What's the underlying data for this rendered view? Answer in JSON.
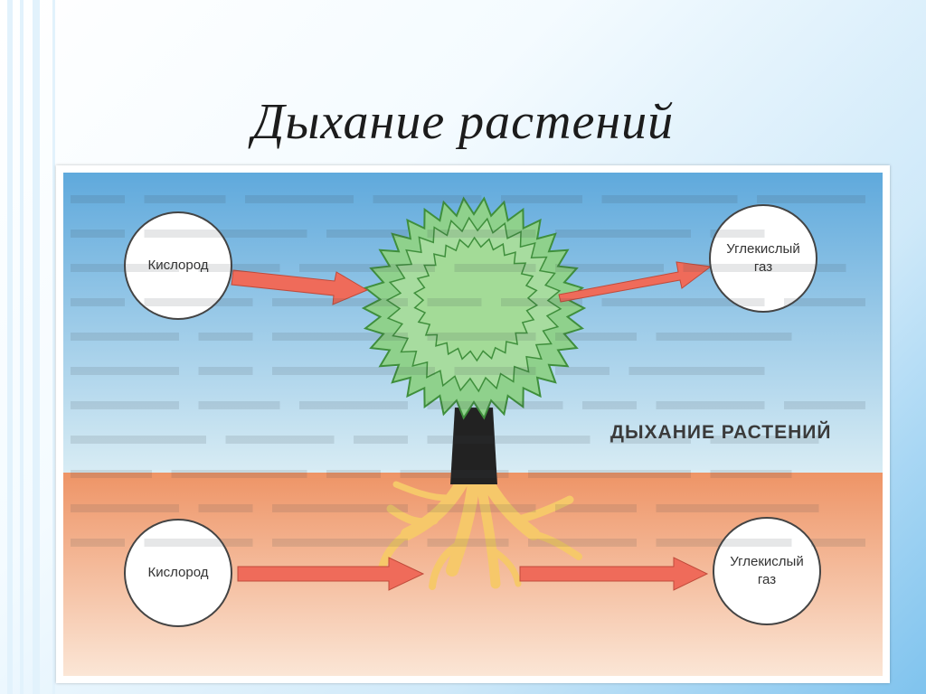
{
  "slide": {
    "title": "Дыхание растений"
  },
  "diagram": {
    "caption": "ДЫХАНИЕ РАСТЕНИЙ",
    "nodes": {
      "air_in": "Кислород",
      "air_out_line1": "Углекислый",
      "air_out_line2": "газ",
      "soil_in": "Кислород",
      "soil_out_line1": "Углекислый",
      "soil_out_line2": "газ"
    },
    "colors": {
      "sky": "#6fb4df",
      "soil": "#f09a6a",
      "leaves": "#8fd18c",
      "trunk": "#222222",
      "roots": "#f6c86a",
      "arrow": "#ef6b5a"
    }
  }
}
